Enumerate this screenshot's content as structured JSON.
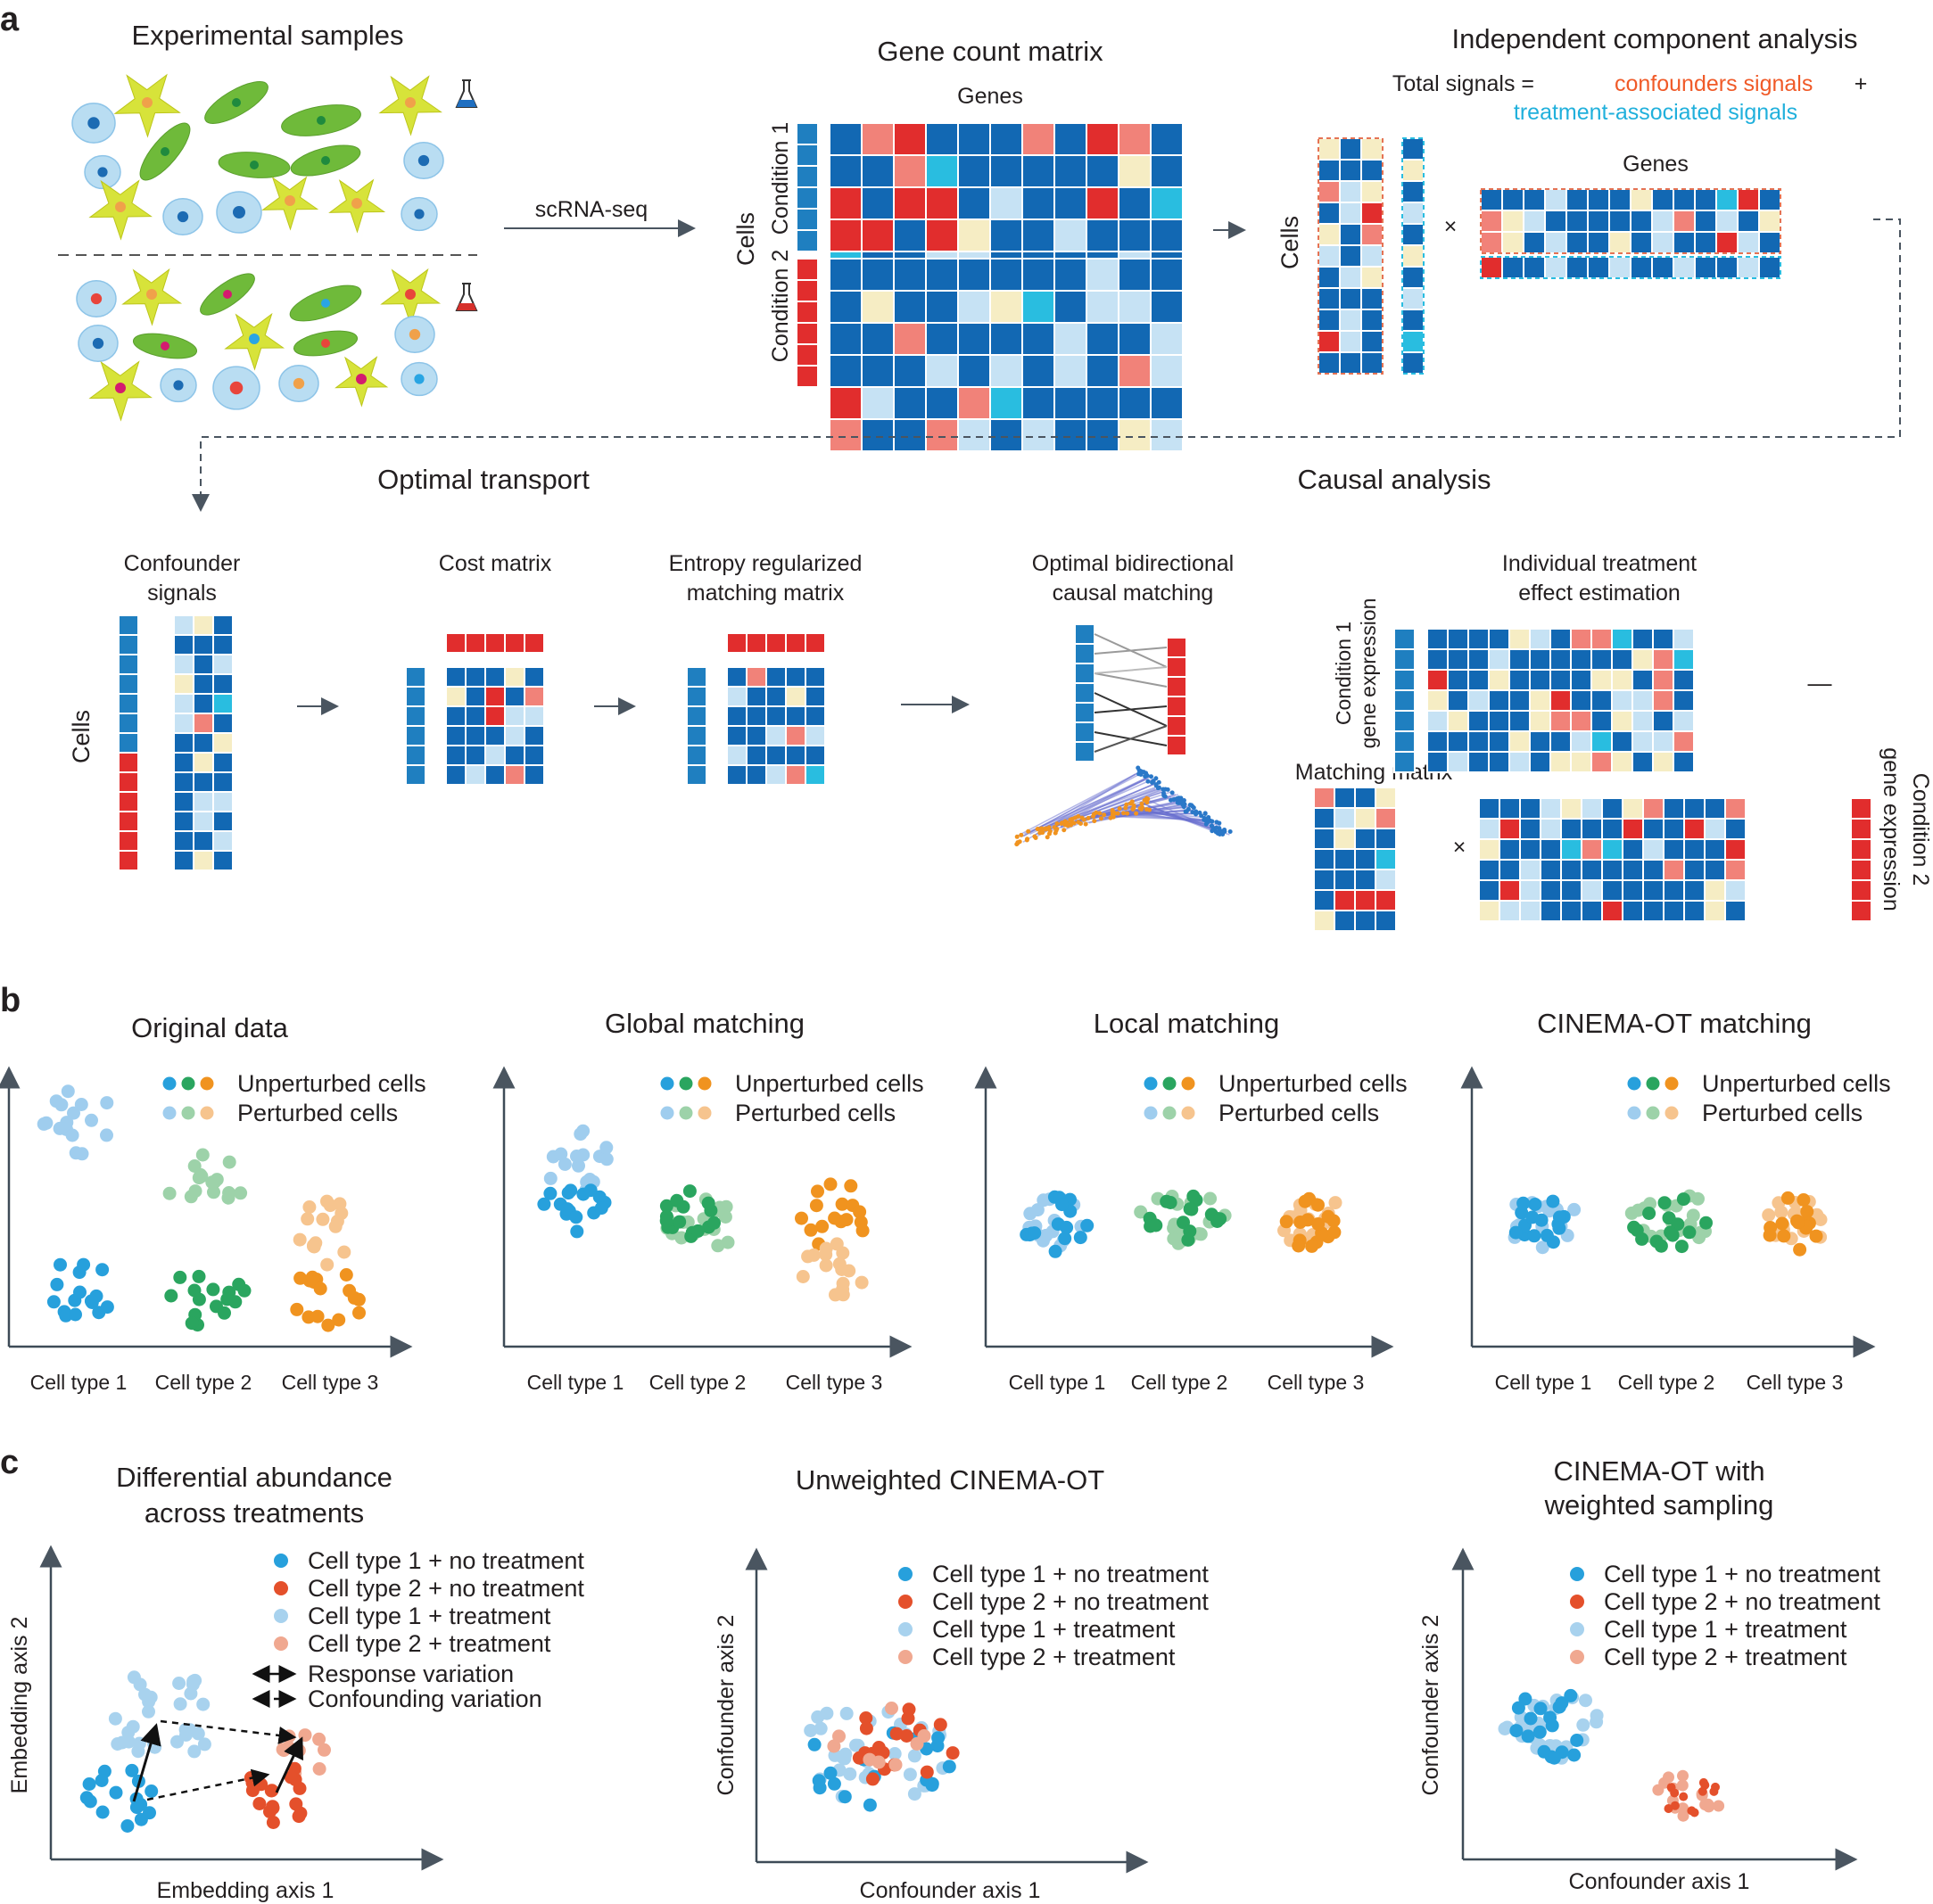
{
  "panel_a": {
    "label": "a",
    "experimental_samples": "Experimental samples",
    "scrna_seq": "scRNA-seq",
    "gene_count_matrix": "Gene count matrix",
    "genes": "Genes",
    "cells": "Cells",
    "condition_1": "Condition 1",
    "condition_2": "Condition 2",
    "ica_title": "Independent component analysis",
    "total_signals": "Total signals =",
    "confounders_signals": "confounders signals",
    "plus": "+",
    "treatment_signals": "treatment-associated signals",
    "ica_genes": "Genes",
    "ica_cells": "Cells",
    "times": "×",
    "optimal_transport": "Optimal transport",
    "causal_analysis": "Causal analysis",
    "confounder_signals_l1": "Confounder",
    "confounder_signals_l2": "signals",
    "ot_cells": "Cells",
    "cost_matrix": "Cost matrix",
    "entropy_l1": "Entropy regularized",
    "entropy_l2": "matching matrix",
    "bidir_l1": "Optimal bidirectional",
    "bidir_l2": "causal matching",
    "ite_l1": "Individual treatment",
    "ite_l2": "effect estimation",
    "cond1_expr_l1": "Condition 1",
    "cond1_expr_l2": "gene expression",
    "minus": "—",
    "matching_matrix": "Matching matrix",
    "times2": "×",
    "cond2_expr_l1": "Condition 2",
    "cond2_expr_l2": "gene expression"
  },
  "panel_b": {
    "label": "b",
    "legend_unperturbed": "Unperturbed cells",
    "legend_perturbed": "Perturbed cells",
    "cell_types": [
      "Cell type 1",
      "Cell type 2",
      "Cell type 3"
    ],
    "subplots": [
      {
        "title": "Original data"
      },
      {
        "title": "Global matching"
      },
      {
        "title": "Local matching"
      },
      {
        "title": "CINEMA-OT matching"
      }
    ]
  },
  "panel_c": {
    "label": "c",
    "legend": [
      "Cell type 1 + no treatment",
      "Cell type 2 + no treatment",
      "Cell type 1 + treatment",
      "Cell type 2 + treatment"
    ],
    "response_variation": "Response variation",
    "confounding_variation": "Confounding variation",
    "subplots": [
      {
        "title_l1": "Differential abundance",
        "title_l2": "across treatments",
        "xlabel": "Embedding axis 1",
        "ylabel": "Embedding axis 2"
      },
      {
        "title_l1": "Unweighted CINEMA-OT",
        "title_l2": "",
        "xlabel": "Confounder axis 1",
        "ylabel": "Confounder axis 2"
      },
      {
        "title_l1": "CINEMA-OT with",
        "title_l2": "weighted sampling",
        "xlabel": "Confounder axis 1",
        "ylabel": "Confounder axis 2"
      }
    ]
  },
  "colors": {
    "blue": "#1268b3",
    "red": "#e12d2d",
    "light_blue": "#c6e2f4",
    "cream": "#f6edc4",
    "salmon": "#f18279",
    "cyan": "#29bde0",
    "cell_blue": "#27a0dc",
    "cell_green": "#2aa55f",
    "cell_orange": "#f0931f",
    "c_red": "#e4502b",
    "c_lightblue": "#a8d2ee",
    "c_salmon": "#f0a890",
    "orange_text": "#f05a28",
    "cyan_text": "#20b0dc"
  }
}
